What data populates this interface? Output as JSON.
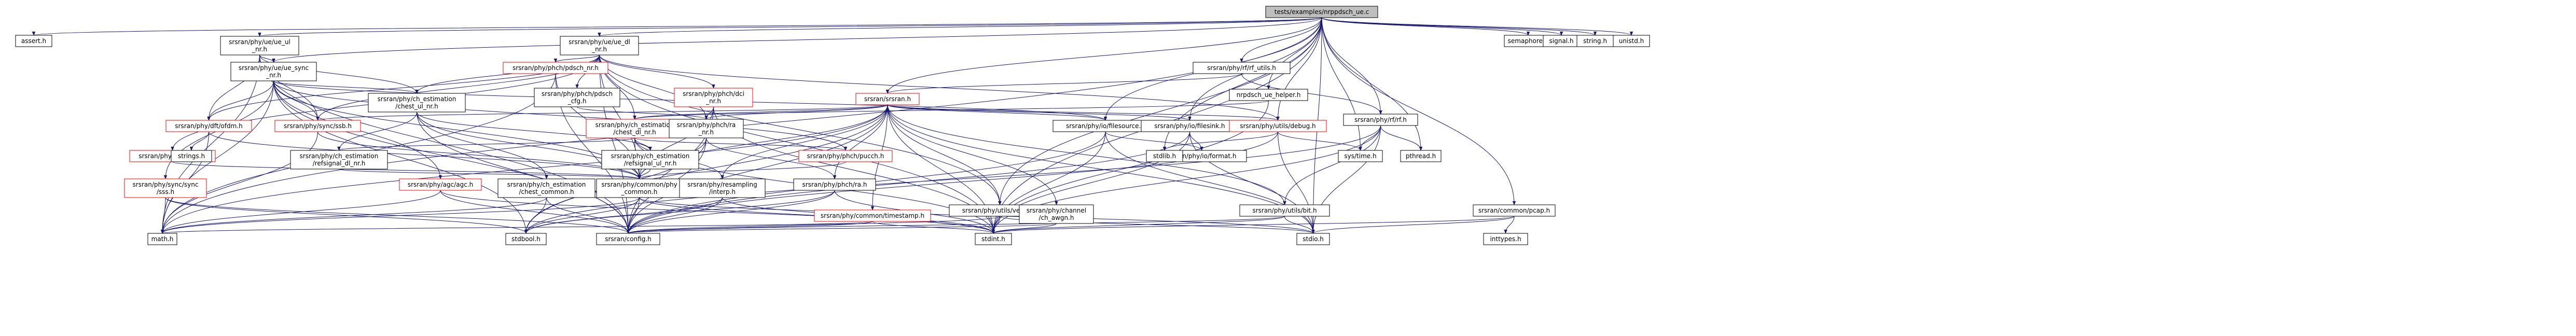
{
  "colors": {
    "edge": "#191970",
    "node_border": "#000000",
    "node_fill": "#ffffff",
    "root_fill": "#bfbfbf",
    "missing_border": "#ff0000",
    "label": "#000000"
  },
  "diagram": {
    "nodes": [
      {
        "id": "root",
        "lines": [
          "tests/examples/nrppdsch_ue.c"
        ],
        "kind": "root"
      },
      {
        "id": "assert",
        "lines": [
          "assert.h"
        ],
        "kind": "plain"
      },
      {
        "id": "semaphore",
        "lines": [
          "semaphore.h"
        ],
        "kind": "plain"
      },
      {
        "id": "signal",
        "lines": [
          "signal.h"
        ],
        "kind": "plain"
      },
      {
        "id": "string",
        "lines": [
          "string.h"
        ],
        "kind": "plain"
      },
      {
        "id": "unistd",
        "lines": [
          "unistd.h"
        ],
        "kind": "plain"
      },
      {
        "id": "ue_dl_nr",
        "lines": [
          "srsran/phy/ue/ue_dl",
          "_nr.h"
        ],
        "kind": "plain"
      },
      {
        "id": "ue_ul_nr",
        "lines": [
          "srsran/phy/ue/ue_ul",
          "_nr.h"
        ],
        "kind": "plain"
      },
      {
        "id": "ue_sync_nr",
        "lines": [
          "srsran/phy/ue/ue_sync",
          "_nr.h"
        ],
        "kind": "plain"
      },
      {
        "id": "pdsch_nr",
        "lines": [
          "srsran/phy/phch/pdsch_nr.h"
        ],
        "kind": "missing"
      },
      {
        "id": "pdcch_nr",
        "lines": [
          "srsran/phy/phch/dci",
          "_nr.h"
        ],
        "kind": "missing"
      },
      {
        "id": "pdsch_cfg",
        "lines": [
          "srsran/phy/phch/pdsch",
          "_cfg.h"
        ],
        "kind": "plain"
      },
      {
        "id": "rf",
        "lines": [
          "srsran/phy/rf/rf_utils.h"
        ],
        "kind": "plain"
      },
      {
        "id": "ue_helper",
        "lines": [
          "nrpdsch_ue_helper.h"
        ],
        "kind": "plain"
      },
      {
        "id": "srsran",
        "lines": [
          "srsran/srsran.h"
        ],
        "kind": "missing"
      },
      {
        "id": "rfh",
        "lines": [
          "srsran/phy/rf/rf.h"
        ],
        "kind": "plain"
      },
      {
        "id": "chest_ul",
        "lines": [
          "srsran/phy/ch_estimation",
          "/chest_ul_nr.h"
        ],
        "kind": "plain"
      },
      {
        "id": "dft_ofdm",
        "lines": [
          "srsran/phy/dft/ofdm.h"
        ],
        "kind": "missing"
      },
      {
        "id": "sync_ssb",
        "lines": [
          "srsran/phy/sync/ssb.h"
        ],
        "kind": "missing"
      },
      {
        "id": "chest_dl",
        "lines": [
          "srsran/phy/ch_estimation",
          "/chest_dl_nr.h"
        ],
        "kind": "missing"
      },
      {
        "id": "pbch_nr",
        "lines": [
          "srsran/phy/phch/ra",
          "_nr.h"
        ],
        "kind": "plain"
      },
      {
        "id": "resample",
        "lines": [
          "srsran/phy/io/filesource.h"
        ],
        "kind": "plain"
      },
      {
        "id": "filesink",
        "lines": [
          "srsran/phy/io/filesink.h"
        ],
        "kind": "plain"
      },
      {
        "id": "debug",
        "lines": [
          "srsran/phy/utils/debug.h"
        ],
        "kind": "missing"
      },
      {
        "id": "cfr",
        "lines": [
          "srsran/phy/ch_estimation",
          "/refsignal_dl_nr.h"
        ],
        "kind": "plain"
      },
      {
        "id": "csi_rs",
        "lines": [
          "srsran/phy/ch_estimation",
          "/refsignal_ul_nr.h"
        ],
        "kind": "plain"
      },
      {
        "id": "ofdm_h",
        "lines": [
          "srsran/phy/dft/ofdm.h"
        ],
        "kind": "missing"
      },
      {
        "id": "pucch_nr",
        "lines": [
          "srsran/phy/phch/pucch.h"
        ],
        "kind": "missing"
      },
      {
        "id": "strings",
        "lines": [
          "strings.h"
        ],
        "kind": "plain"
      },
      {
        "id": "sync_sync",
        "lines": [
          "srsran/phy/sync/sync",
          "/sss.h"
        ],
        "kind": "missing"
      },
      {
        "id": "agc",
        "lines": [
          "srsran/phy/agc/agc.h"
        ],
        "kind": "missing"
      },
      {
        "id": "chest_common",
        "lines": [
          "srsran/phy/ch_estimation",
          "/chest_common.h"
        ],
        "kind": "plain"
      },
      {
        "id": "phy_common",
        "lines": [
          "srsran/phy/common/phy",
          "_common.h"
        ],
        "kind": "plain"
      },
      {
        "id": "timestamp",
        "lines": [
          "srsran/phy/common/timestamp.h"
        ],
        "kind": "missing"
      },
      {
        "id": "vector",
        "lines": [
          "srsran/phy/utils/vector.h"
        ],
        "kind": "plain"
      },
      {
        "id": "ch_awgn",
        "lines": [
          "srsran/phy/channel",
          "/ch_awgn.h"
        ],
        "kind": "plain"
      },
      {
        "id": "resampling",
        "lines": [
          "srsran/phy/resampling",
          "/interp.h"
        ],
        "kind": "plain"
      },
      {
        "id": "pha_ra",
        "lines": [
          "srsran/phy/phch/ra.h"
        ],
        "kind": "plain"
      },
      {
        "id": "bit",
        "lines": [
          "srsran/phy/utils/bit.h"
        ],
        "kind": "plain"
      },
      {
        "id": "format",
        "lines": [
          "srsran/phy/io/format.h"
        ],
        "kind": "plain"
      },
      {
        "id": "pcap",
        "lines": [
          "srsran/common/pcap.h"
        ],
        "kind": "plain"
      },
      {
        "id": "pthread",
        "lines": [
          "pthread.h"
        ],
        "kind": "plain"
      },
      {
        "id": "stdlib",
        "lines": [
          "stdlib.h"
        ],
        "kind": "plain"
      },
      {
        "id": "systime",
        "lines": [
          "sys/time.h"
        ],
        "kind": "plain"
      },
      {
        "id": "inttypes",
        "lines": [
          "inttypes.h"
        ],
        "kind": "plain"
      },
      {
        "id": "math",
        "lines": [
          "math.h"
        ],
        "kind": "plain"
      },
      {
        "id": "config",
        "lines": [
          "srsran/config.h"
        ],
        "kind": "plain"
      },
      {
        "id": "stdbool",
        "lines": [
          "stdbool.h"
        ],
        "kind": "plain"
      },
      {
        "id": "stdint",
        "lines": [
          "stdint.h"
        ],
        "kind": "plain"
      },
      {
        "id": "stdio",
        "lines": [
          "stdio.h"
        ],
        "kind": "plain"
      }
    ],
    "edges": [
      [
        "root",
        "assert"
      ],
      [
        "root",
        "semaphore"
      ],
      [
        "root",
        "signal"
      ],
      [
        "root",
        "string"
      ],
      [
        "root",
        "unistd"
      ],
      [
        "root",
        "ue_dl_nr"
      ],
      [
        "root",
        "ue_ul_nr"
      ],
      [
        "root",
        "ue_sync_nr"
      ],
      [
        "root",
        "rf"
      ],
      [
        "root",
        "ue_helper"
      ],
      [
        "root",
        "srsran"
      ],
      [
        "root",
        "rfh"
      ],
      [
        "root",
        "stdlib"
      ],
      [
        "root",
        "systime"
      ],
      [
        "root",
        "pcap"
      ],
      [
        "root",
        "pthread"
      ],
      [
        "root",
        "math"
      ],
      [
        "root",
        "stdint"
      ],
      [
        "root",
        "stdio"
      ],
      [
        "root",
        "vector"
      ],
      [
        "root",
        "debug"
      ],
      [
        "root",
        "filesink"
      ],
      [
        "root",
        "resample"
      ],
      [
        "ue_ul_nr",
        "ue_sync_nr"
      ],
      [
        "ue_ul_nr",
        "chest_ul"
      ],
      [
        "ue_ul_nr",
        "dft_ofdm"
      ],
      [
        "ue_ul_nr",
        "sync_ssb"
      ],
      [
        "ue_ul_nr",
        "math"
      ],
      [
        "ue_ul_nr",
        "config"
      ],
      [
        "ue_dl_nr",
        "chest_dl"
      ],
      [
        "ue_dl_nr",
        "pdsch_nr"
      ],
      [
        "ue_dl_nr",
        "pdcch_nr"
      ],
      [
        "ue_dl_nr",
        "pdsch_cfg"
      ],
      [
        "ue_dl_nr",
        "pbch_nr"
      ],
      [
        "ue_dl_nr",
        "chest_ul"
      ],
      [
        "ue_dl_nr",
        "dft_ofdm"
      ],
      [
        "ue_dl_nr",
        "phy_common"
      ],
      [
        "ue_dl_nr",
        "sync_ssb"
      ],
      [
        "ue_dl_nr",
        "stdint"
      ],
      [
        "ue_dl_nr",
        "config"
      ],
      [
        "ue_dl_nr",
        "vector"
      ],
      [
        "ue_dl_nr",
        "debug"
      ],
      [
        "ue_dl_nr",
        "ofdm_h"
      ],
      [
        "ue_sync_nr",
        "chest_ul"
      ],
      [
        "ue_sync_nr",
        "dft_ofdm"
      ],
      [
        "ue_sync_nr",
        "sync_ssb"
      ],
      [
        "ue_sync_nr",
        "phy_common"
      ],
      [
        "ue_sync_nr",
        "pucch_nr"
      ],
      [
        "ue_sync_nr",
        "config"
      ],
      [
        "ue_sync_nr",
        "math"
      ],
      [
        "ue_sync_nr",
        "stdbool"
      ],
      [
        "ue_sync_nr",
        "sync_sync"
      ],
      [
        "ue_sync_nr",
        "agc"
      ],
      [
        "ue_sync_nr",
        "resample"
      ],
      [
        "pdsch_nr",
        "phy_common"
      ],
      [
        "pdsch_nr",
        "math"
      ],
      [
        "pdsch_nr",
        "config"
      ],
      [
        "pdsch_cfg",
        "pbch_nr"
      ],
      [
        "pdcch_nr",
        "pbch_nr"
      ],
      [
        "pdcch_nr",
        "phy_common"
      ],
      [
        "pdcch_nr",
        "config"
      ],
      [
        "pdcch_nr",
        "stdint"
      ],
      [
        "rf",
        "srsran"
      ],
      [
        "rf",
        "rfh"
      ],
      [
        "ue_helper",
        "chest_dl"
      ],
      [
        "ue_helper",
        "stdint"
      ],
      [
        "srsran",
        "chest_dl"
      ],
      [
        "srsran",
        "pbch_nr"
      ],
      [
        "srsran",
        "resample"
      ],
      [
        "srsran",
        "filesink"
      ],
      [
        "srsran",
        "debug"
      ],
      [
        "srsran",
        "phy_common"
      ],
      [
        "srsran",
        "timestamp"
      ],
      [
        "srsran",
        "vector"
      ],
      [
        "srsran",
        "ch_awgn"
      ],
      [
        "srsran",
        "resampling"
      ],
      [
        "srsran",
        "pha_ra"
      ],
      [
        "srsran",
        "bit"
      ],
      [
        "srsran",
        "config"
      ],
      [
        "srsran",
        "math"
      ],
      [
        "srsran",
        "stdint"
      ],
      [
        "srsran",
        "stdio"
      ],
      [
        "srsran",
        "stdbool"
      ],
      [
        "srsran",
        "sync_ssb"
      ],
      [
        "rfh",
        "systime"
      ],
      [
        "rfh",
        "stdint"
      ],
      [
        "rfh",
        "stdbool"
      ],
      [
        "rfh",
        "pthread"
      ],
      [
        "rfh",
        "stdio"
      ],
      [
        "rfh",
        "bit"
      ],
      [
        "chest_ul",
        "cfr"
      ],
      [
        "chest_ul",
        "csi_rs"
      ],
      [
        "chest_ul",
        "phy_common"
      ],
      [
        "chest_ul",
        "chest_common"
      ],
      [
        "chest_ul",
        "config"
      ],
      [
        "dft_ofdm",
        "strings"
      ],
      [
        "dft_ofdm",
        "phy_common"
      ],
      [
        "dft_ofdm",
        "math"
      ],
      [
        "sync_ssb",
        "phy_common"
      ],
      [
        "sync_ssb",
        "math"
      ],
      [
        "chest_dl",
        "cfr"
      ],
      [
        "chest_dl",
        "csi_rs"
      ],
      [
        "chest_dl",
        "phy_common"
      ],
      [
        "chest_dl",
        "pucch_nr"
      ],
      [
        "chest_dl",
        "resampling"
      ],
      [
        "chest_dl",
        "stdint"
      ],
      [
        "pbch_nr",
        "pha_ra"
      ],
      [
        "pbch_nr",
        "phy_common"
      ],
      [
        "pbch_nr",
        "config"
      ],
      [
        "pbch_nr",
        "stdbool"
      ],
      [
        "resample",
        "format"
      ],
      [
        "resample",
        "stdint"
      ],
      [
        "resample",
        "stdio"
      ],
      [
        "resample",
        "config"
      ],
      [
        "filesink",
        "format"
      ],
      [
        "filesink",
        "stdint"
      ],
      [
        "filesink",
        "stdio"
      ],
      [
        "filesink",
        "config"
      ],
      [
        "debug",
        "systime"
      ],
      [
        "debug",
        "stdio"
      ],
      [
        "debug",
        "stdlib"
      ],
      [
        "debug",
        "config"
      ],
      [
        "cfr",
        "phy_common"
      ],
      [
        "csi_rs",
        "phy_common"
      ],
      [
        "ofdm_h",
        "strings"
      ],
      [
        "ofdm_h",
        "phy_common"
      ],
      [
        "pucch_nr",
        "phy_common"
      ],
      [
        "sync_sync",
        "math"
      ],
      [
        "sync_sync",
        "config"
      ],
      [
        "sync_sync",
        "stdbool"
      ],
      [
        "agc",
        "math"
      ],
      [
        "agc",
        "config"
      ],
      [
        "agc",
        "stdint"
      ],
      [
        "chest_common",
        "stdbool"
      ],
      [
        "chest_common",
        "math"
      ],
      [
        "chest_common",
        "config"
      ],
      [
        "phy_common",
        "config"
      ],
      [
        "phy_common",
        "stdbool"
      ],
      [
        "phy_common",
        "stdint"
      ],
      [
        "phy_common",
        "math"
      ],
      [
        "phy_common",
        "stdio"
      ],
      [
        "timestamp",
        "stdint"
      ],
      [
        "timestamp",
        "config"
      ],
      [
        "timestamp",
        "math"
      ],
      [
        "vector",
        "stdint"
      ],
      [
        "vector",
        "config"
      ],
      [
        "vector",
        "stdio"
      ],
      [
        "ch_awgn",
        "stdint"
      ],
      [
        "ch_awgn",
        "config"
      ],
      [
        "resampling",
        "stdint"
      ],
      [
        "resampling",
        "stdbool"
      ],
      [
        "resampling",
        "config"
      ],
      [
        "pha_ra",
        "stdint"
      ],
      [
        "pha_ra",
        "config"
      ],
      [
        "pha_ra",
        "stdbool"
      ],
      [
        "bit",
        "stdint"
      ],
      [
        "bit",
        "config"
      ],
      [
        "bit",
        "stdio"
      ],
      [
        "pcap",
        "stdint"
      ],
      [
        "pcap",
        "inttypes"
      ],
      [
        "pcap",
        "stdio"
      ]
    ]
  }
}
